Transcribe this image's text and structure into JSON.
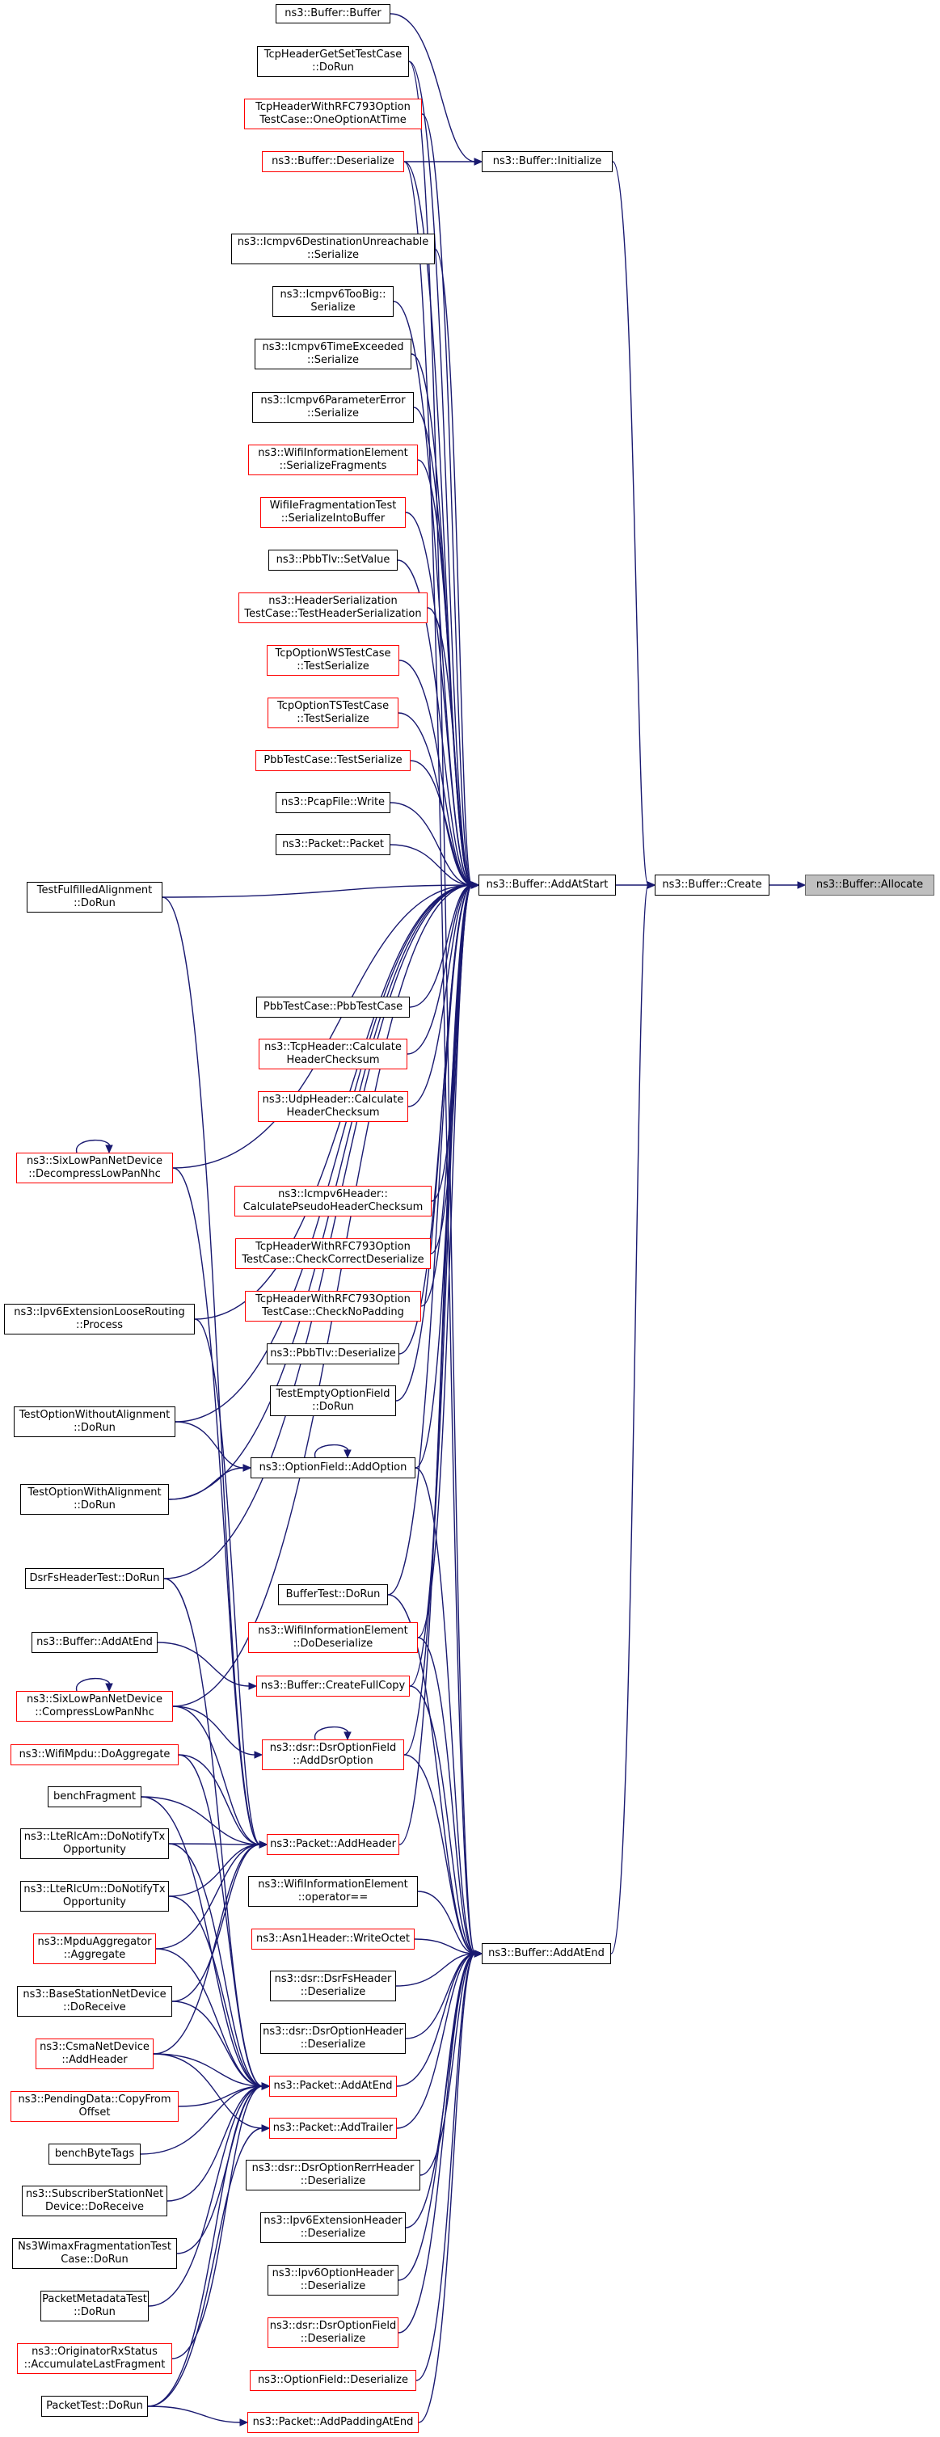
{
  "graph": {
    "colors": {
      "edge": "#191970",
      "normal_border": "#000000",
      "red_border": "#ff0000",
      "target_fill": "#bfbfbf"
    },
    "nodes": [
      {
        "id": "alloc",
        "label": "ns3::Buffer::Allocate",
        "style": "target"
      },
      {
        "id": "create",
        "label": "ns3::Buffer::Create",
        "style": "black"
      },
      {
        "id": "addAtStart",
        "label": "ns3::Buffer::AddAtStart",
        "style": "black"
      },
      {
        "id": "addAtEnd",
        "label": "ns3::Buffer::AddAtEnd",
        "style": "black"
      },
      {
        "id": "initialize",
        "label": "ns3::Buffer::Initialize",
        "style": "black"
      },
      {
        "id": "bufBuffer",
        "label": "ns3::Buffer::Buffer",
        "style": "black"
      },
      {
        "id": "tcpHdrGetSet",
        "label": "TcpHeaderGetSetTestCase\n::DoRun",
        "style": "black"
      },
      {
        "id": "tcpRfcOneOpt",
        "label": "TcpHeaderWithRFC793Option\nTestCase::OneOptionAtTime",
        "style": "red"
      },
      {
        "id": "bufDeser",
        "label": "ns3::Buffer::Deserialize",
        "style": "red"
      },
      {
        "id": "icmpDestUnr",
        "label": "ns3::Icmpv6DestinationUnreachable\n::Serialize",
        "style": "black"
      },
      {
        "id": "icmpTooBig",
        "label": "ns3::Icmpv6TooBig::\nSerialize",
        "style": "black"
      },
      {
        "id": "icmpTimeEx",
        "label": "ns3::Icmpv6TimeExceeded\n::Serialize",
        "style": "black"
      },
      {
        "id": "icmpParamErr",
        "label": "ns3::Icmpv6ParameterError\n::Serialize",
        "style": "black"
      },
      {
        "id": "wifiInfoSerFrag",
        "label": "ns3::WifiInformationElement\n::SerializeFragments",
        "style": "red"
      },
      {
        "id": "wifiIeFragTest",
        "label": "WifiIeFragmentationTest\n::SerializeIntoBuffer",
        "style": "red"
      },
      {
        "id": "pbbTlvSetValue",
        "label": "ns3::PbbTlv::SetValue",
        "style": "black"
      },
      {
        "id": "hdrSerTest",
        "label": "ns3::HeaderSerialization\nTestCase::TestHeaderSerialization",
        "style": "red"
      },
      {
        "id": "tcpOptWS",
        "label": "TcpOptionWSTestCase\n::TestSerialize",
        "style": "red"
      },
      {
        "id": "tcpOptTS",
        "label": "TcpOptionTSTestCase\n::TestSerialize",
        "style": "red"
      },
      {
        "id": "pbbTestSer",
        "label": "PbbTestCase::TestSerialize",
        "style": "red"
      },
      {
        "id": "pcapWrite",
        "label": "ns3::PcapFile::Write",
        "style": "black"
      },
      {
        "id": "packetPacket",
        "label": "ns3::Packet::Packet",
        "style": "black"
      },
      {
        "id": "testFulfilled",
        "label": "TestFulfilledAlignment\n::DoRun",
        "style": "black"
      },
      {
        "id": "pbbTestCase",
        "label": "PbbTestCase::PbbTestCase",
        "style": "black"
      },
      {
        "id": "tcpHdrCalc",
        "label": "ns3::TcpHeader::Calculate\nHeaderChecksum",
        "style": "red"
      },
      {
        "id": "udpHdrCalc",
        "label": "ns3::UdpHeader::Calculate\nHeaderChecksum",
        "style": "red"
      },
      {
        "id": "sixDecomp",
        "label": "ns3::SixLowPanNetDevice\n::DecompressLowPanNhc",
        "style": "red"
      },
      {
        "id": "icmpCalcPseudo",
        "label": "ns3::Icmpv6Header::\nCalculatePseudoHeaderChecksum",
        "style": "red"
      },
      {
        "id": "tcpRfcCheckCorrect",
        "label": "TcpHeaderWithRFC793Option\nTestCase::CheckCorrectDeserialize",
        "style": "red"
      },
      {
        "id": "ipv6ExtLoose",
        "label": "ns3::Ipv6ExtensionLooseRouting\n::Process",
        "style": "black"
      },
      {
        "id": "tcpRfcCheckNoPad",
        "label": "TcpHeaderWithRFC793Option\nTestCase::CheckNoPadding",
        "style": "red"
      },
      {
        "id": "pbbTlvDeser",
        "label": "ns3::PbbTlv::Deserialize",
        "style": "black"
      },
      {
        "id": "testEmptyOpt",
        "label": "TestEmptyOptionField\n::DoRun",
        "style": "black"
      },
      {
        "id": "testOptWithout",
        "label": "TestOptionWithoutAlignment\n::DoRun",
        "style": "black"
      },
      {
        "id": "optFieldAddOpt",
        "label": "ns3::OptionField::AddOption",
        "style": "black"
      },
      {
        "id": "testOptWith",
        "label": "TestOptionWithAlignment\n::DoRun",
        "style": "black"
      },
      {
        "id": "dsrFsHdrTest",
        "label": "DsrFsHeaderTest::DoRun",
        "style": "black"
      },
      {
        "id": "bufferTest",
        "label": "BufferTest::DoRun",
        "style": "black"
      },
      {
        "id": "wifiInfoDoDeser",
        "label": "ns3::WifiInformationElement\n::DoDeserialize",
        "style": "red"
      },
      {
        "id": "bufAddAtEndSmall",
        "label": "ns3::Buffer::AddAtEnd",
        "style": "black"
      },
      {
        "id": "bufCreateFullCopy",
        "label": "ns3::Buffer::CreateFullCopy",
        "style": "red"
      },
      {
        "id": "sixComp",
        "label": "ns3::SixLowPanNetDevice\n::CompressLowPanNhc",
        "style": "red"
      },
      {
        "id": "dsrOptFieldAdd",
        "label": "ns3::dsr::DsrOptionField\n::AddDsrOption",
        "style": "red"
      },
      {
        "id": "wifiMpduAgg",
        "label": "ns3::WifiMpdu::DoAggregate",
        "style": "red"
      },
      {
        "id": "benchFragment",
        "label": "benchFragment",
        "style": "black"
      },
      {
        "id": "lteRlcAm",
        "label": "ns3::LteRlcAm::DoNotifyTx\nOpportunity",
        "style": "black"
      },
      {
        "id": "packetAddHeader",
        "label": "ns3::Packet::AddHeader",
        "style": "red"
      },
      {
        "id": "lteRlcUm",
        "label": "ns3::LteRlcUm::DoNotifyTx\nOpportunity",
        "style": "black"
      },
      {
        "id": "wifiInfoOpEq",
        "label": "ns3::WifiInformationElement\n::operator==",
        "style": "black"
      },
      {
        "id": "mpduAgg",
        "label": "ns3::MpduAggregator\n::Aggregate",
        "style": "red"
      },
      {
        "id": "asn1Write",
        "label": "ns3::Asn1Header::WriteOctet",
        "style": "red"
      },
      {
        "id": "dsrFsHdrDeser",
        "label": "ns3::dsr::DsrFsHeader\n::Deserialize",
        "style": "black"
      },
      {
        "id": "bsNetDev",
        "label": "ns3::BaseStationNetDevice\n::DoReceive",
        "style": "black"
      },
      {
        "id": "dsrOptHdrDeser",
        "label": "ns3::dsr::DsrOptionHeader\n::Deserialize",
        "style": "black"
      },
      {
        "id": "csmaAddHdr",
        "label": "ns3::CsmaNetDevice\n::AddHeader",
        "style": "red"
      },
      {
        "id": "packetAddAtEnd",
        "label": "ns3::Packet::AddAtEnd",
        "style": "red"
      },
      {
        "id": "pendingCopy",
        "label": "ns3::PendingData::CopyFrom\nOffset",
        "style": "red"
      },
      {
        "id": "packetAddTrailer",
        "label": "ns3::Packet::AddTrailer",
        "style": "red"
      },
      {
        "id": "benchByteTags",
        "label": "benchByteTags",
        "style": "black"
      },
      {
        "id": "dsrOptRerr",
        "label": "ns3::dsr::DsrOptionRerrHeader\n::Deserialize",
        "style": "black"
      },
      {
        "id": "ssNetDev",
        "label": "ns3::SubscriberStationNet\nDevice::DoReceive",
        "style": "black"
      },
      {
        "id": "ipv6ExtHdrDeser",
        "label": "ns3::Ipv6ExtensionHeader\n::Deserialize",
        "style": "black"
      },
      {
        "id": "wimaxFrag",
        "label": "Ns3WimaxFragmentationTest\nCase::DoRun",
        "style": "black"
      },
      {
        "id": "ipv6OptHdrDeser",
        "label": "ns3::Ipv6OptionHeader\n::Deserialize",
        "style": "black"
      },
      {
        "id": "pktMetaTest",
        "label": "PacketMetadataTest\n::DoRun",
        "style": "black"
      },
      {
        "id": "dsrOptFieldDeser",
        "label": "ns3::dsr::DsrOptionField\n::Deserialize",
        "style": "red"
      },
      {
        "id": "origRx",
        "label": "ns3::OriginatorRxStatus\n::AccumulateLastFragment",
        "style": "red"
      },
      {
        "id": "optFieldDeser",
        "label": "ns3::OptionField::Deserialize",
        "style": "red"
      },
      {
        "id": "packetTest",
        "label": "PacketTest::DoRun",
        "style": "black"
      },
      {
        "id": "packetAddPadding",
        "label": "ns3::Packet::AddPaddingAtEnd",
        "style": "red"
      }
    ]
  }
}
